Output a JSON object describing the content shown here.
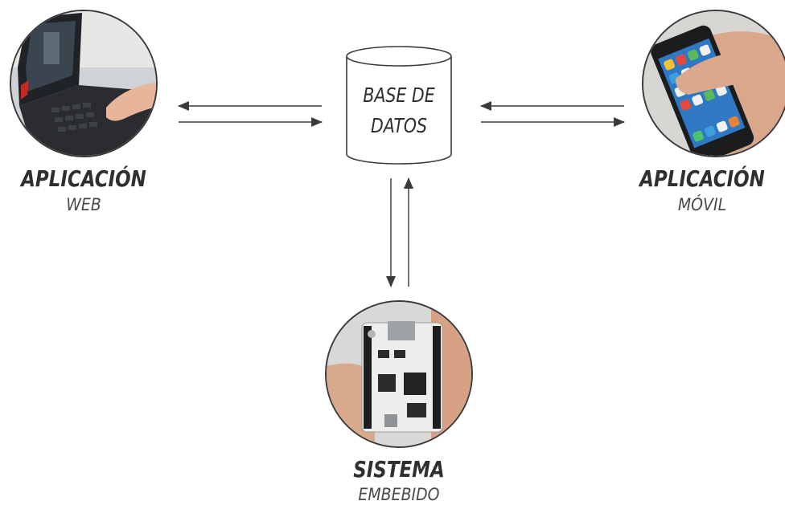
{
  "database": {
    "line1": "BASE DE",
    "line2": "DATOS"
  },
  "web_app": {
    "title": "APLICACIÓN",
    "subtitle": "WEB"
  },
  "mobile_app": {
    "title": "APLICACIÓN",
    "subtitle": "MÓVIL"
  },
  "embedded": {
    "title": "SISTEMA",
    "subtitle": "EMBEBIDO"
  },
  "colors": {
    "line": "#3a3a3a",
    "text": "#2f2f2f"
  }
}
